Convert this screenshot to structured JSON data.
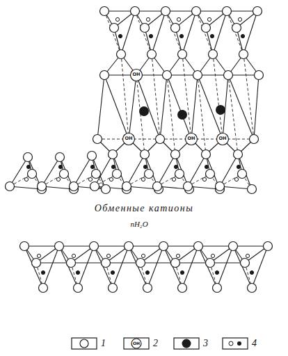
{
  "diagram": {
    "labels": [
      "Обменные катионы",
      "nH₂O",
      "OH",
      "OH",
      "OH",
      "OH",
      "OH"
    ],
    "legend": [
      {
        "text": "1"
      },
      {
        "text": "2"
      },
      {
        "text": "3"
      },
      {
        "text": "4"
      }
    ]
  }
}
